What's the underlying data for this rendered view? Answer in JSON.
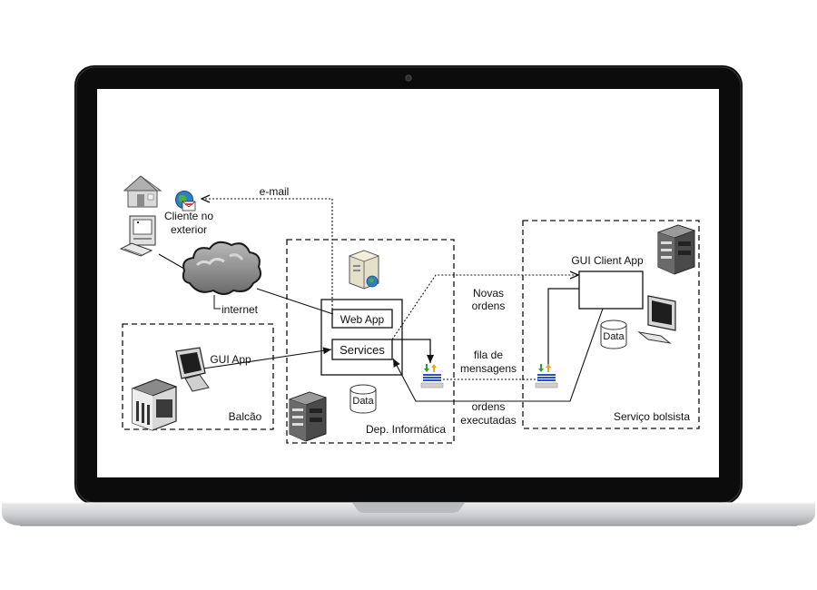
{
  "diagram": {
    "cliente_label_line1": "Cliente no",
    "cliente_label_line2": "exterior",
    "email_label": "e-mail",
    "internet_label": "internet",
    "gui_app_label": "GUI App",
    "balcao_label": "Balcão",
    "web_app_label": "Web App",
    "services_label": "Services",
    "data_label_left": "Data",
    "dep_label": "Dep. Informática",
    "novas_line1": "Novas",
    "novas_line2": "ordens",
    "fila_line1": "fila de",
    "fila_line2": "mensagens",
    "exec_line1": "ordens",
    "exec_line2": "executadas",
    "gui_client_label": "GUI Client App",
    "data_label_right": "Data",
    "servico_label": "Serviço bolsista"
  },
  "icons": [
    "house-icon",
    "globe-mail-icon",
    "desktop-computer-icon",
    "cloud-icon",
    "server-icon",
    "crt-monitor-icon",
    "bank-building-icon",
    "database-icon",
    "message-queue-icon",
    "webcam-icon"
  ]
}
